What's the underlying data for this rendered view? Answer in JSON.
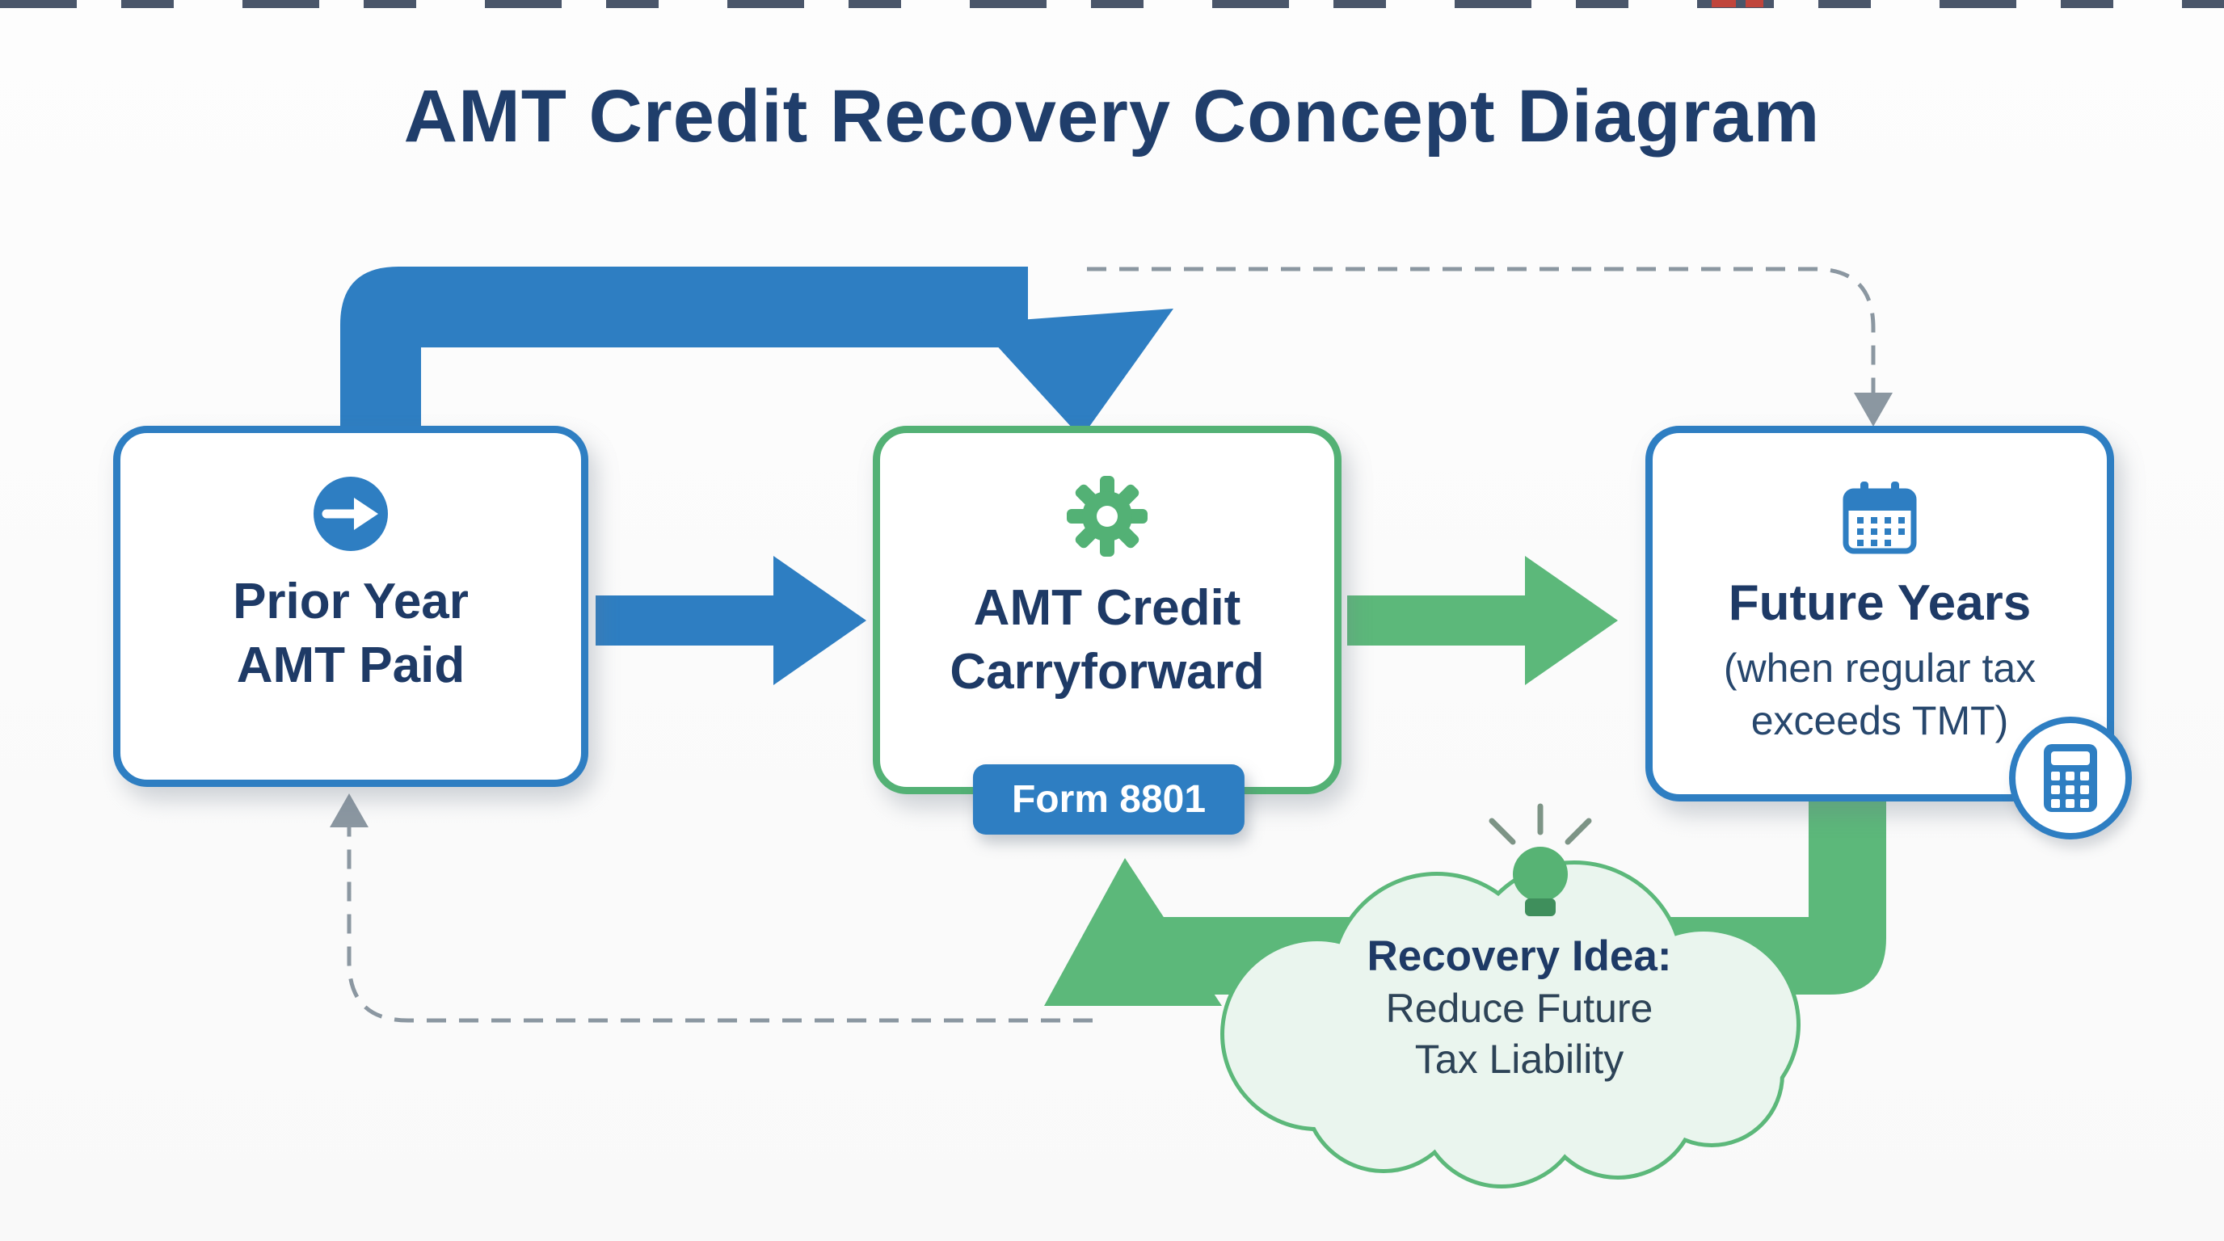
{
  "title": "AMT Credit Recovery Concept Diagram",
  "colors": {
    "primary_blue": "#2e7ec2",
    "primary_green": "#53b175",
    "arrow_green": "#5cb87a",
    "navy_text": "#1e3a66",
    "cloud_fill": "#eaf5ee",
    "dashed_gray": "#8b97a1",
    "badge_background": "#2e7ec2",
    "badge_text": "#ffffff",
    "background": "#fcfcfc"
  },
  "nodes": {
    "prior_year": {
      "icon": "arrow-right-circle-icon",
      "line1": "Prior Year",
      "line2": "AMT Paid"
    },
    "carryforward": {
      "icon": "gear-icon",
      "line1": "AMT Credit",
      "line2": "Carryforward",
      "badge": "Form 8801"
    },
    "future_years": {
      "icon": "calendar-icon",
      "title": "Future Years",
      "subtitle_line1": "(when regular tax",
      "subtitle_line2": "exceeds TMT)",
      "corner_icon": "calculator-icon"
    }
  },
  "cloud": {
    "icon": "lightbulb-icon",
    "heading": "Recovery Idea:",
    "line1": "Reduce Future",
    "line2": "Tax Liability"
  }
}
